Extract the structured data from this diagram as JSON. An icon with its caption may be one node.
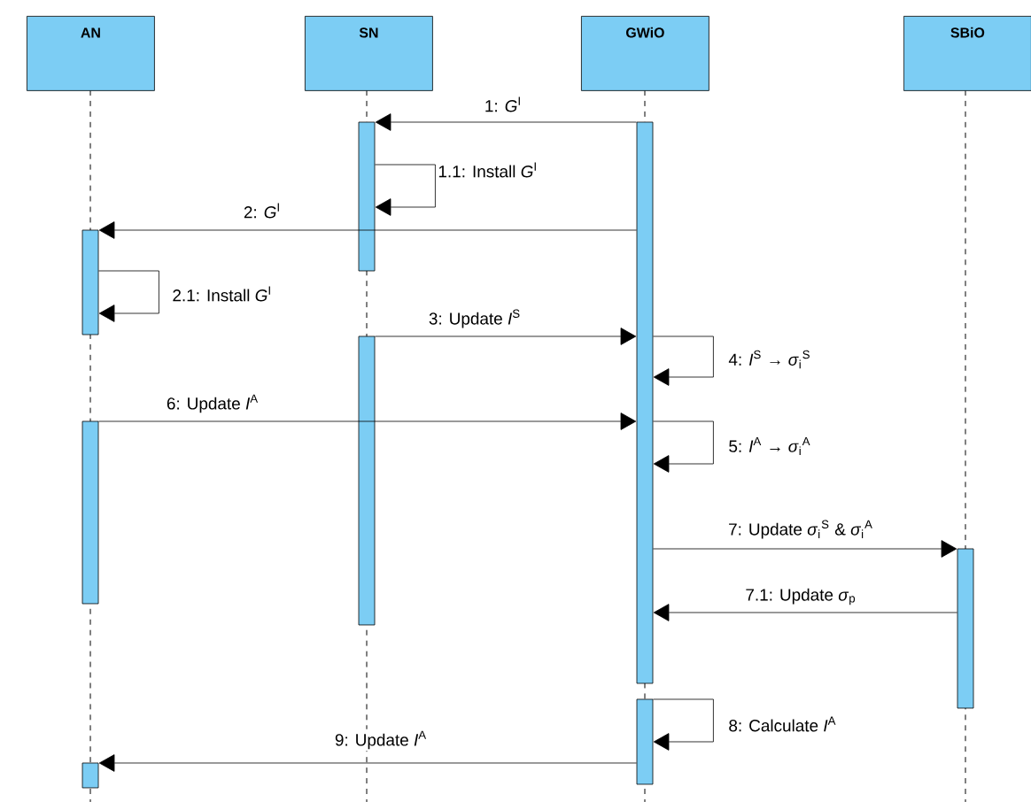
{
  "diagram": {
    "nodes": [
      {
        "text": [
          "AN"
        ]
      },
      {
        "text": [
          "SN"
        ]
      },
      {
        "text": [
          "GWiO"
        ]
      },
      {
        "text": [
          "SBiO"
        ]
      },
      {
        "text": [],
        "shape": "bar"
      },
      {
        "text": [],
        "shape": "bar"
      },
      {
        "text": [],
        "shape": "bar"
      },
      {
        "text": [],
        "shape": "bar"
      },
      {
        "text": [],
        "shape": "bar"
      },
      {
        "text": [],
        "shape": "bar"
      },
      {
        "text": [],
        "shape": "bar"
      },
      {
        "text": [],
        "shape": "bar"
      }
    ],
    "edges": [
      {
        "from": 5,
        "to": 4,
        "arrow": "to",
        "label": "1: *G*$^{I}$"
      },
      {
        "from": 4,
        "to": 4,
        "arrow": "to",
        "label": "1.1: Install *G*$^{I}$"
      },
      {
        "from": 5,
        "to": 6,
        "arrow": "to",
        "label": "2: *G*$^{I}$"
      },
      {
        "from": 6,
        "to": 6,
        "arrow": "to",
        "label": "2.1: Install *G*$^{I}$"
      },
      {
        "from": 7,
        "to": 5,
        "arrow": "to",
        "label": "3: Update *I*$^{S}$"
      },
      {
        "from": 5,
        "to": 5,
        "arrow": "to",
        "label": "4: *I*$^{S}$ → *σ*$_{i}$$^{S}$"
      },
      {
        "from": 8,
        "to": 5,
        "arrow": "to",
        "label": "6: Update *I*$^{A}$"
      },
      {
        "from": 5,
        "to": 5,
        "arrow": "to",
        "label": "5: *I*$^{A}$ → *σ*$_{i}$$^{A}$"
      },
      {
        "from": 5,
        "to": 9,
        "arrow": "to",
        "label": "7: Update *σ*$_{i}$$^{S}$ & *σ*$_{i}$$^{A}$"
      },
      {
        "from": 9,
        "to": 5,
        "arrow": "to",
        "label": "7.1: Update *σ*$_{p}$"
      },
      {
        "from": 10,
        "to": 10,
        "arrow": "to",
        "label": "8: Calculate *I*$^{A}$"
      },
      {
        "from": 10,
        "to": 11,
        "arrow": "to",
        "label": "9: Update *I*$^{A}$"
      }
    ]
  }
}
